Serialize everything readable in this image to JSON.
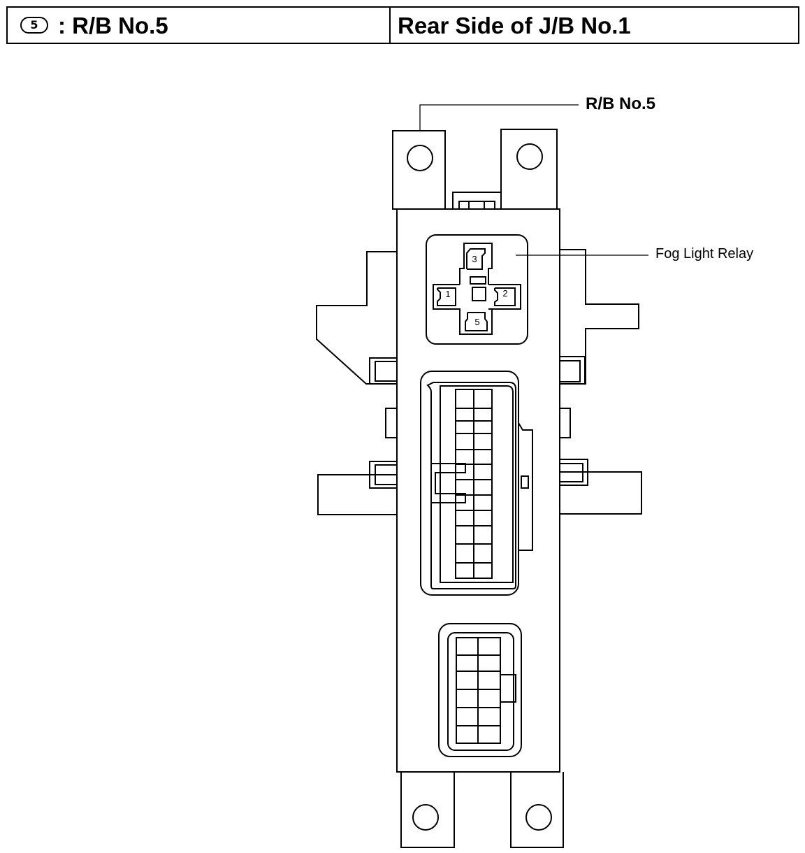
{
  "header": {
    "badge_number": "5",
    "left_title": ": R/B No.5",
    "right_title": "Rear Side of J/B No.1"
  },
  "callouts": {
    "rb_label": "R/B No.5",
    "relay_label": "Fog Light Relay"
  },
  "relay": {
    "pins": [
      "3",
      "1",
      "2",
      "5"
    ]
  }
}
